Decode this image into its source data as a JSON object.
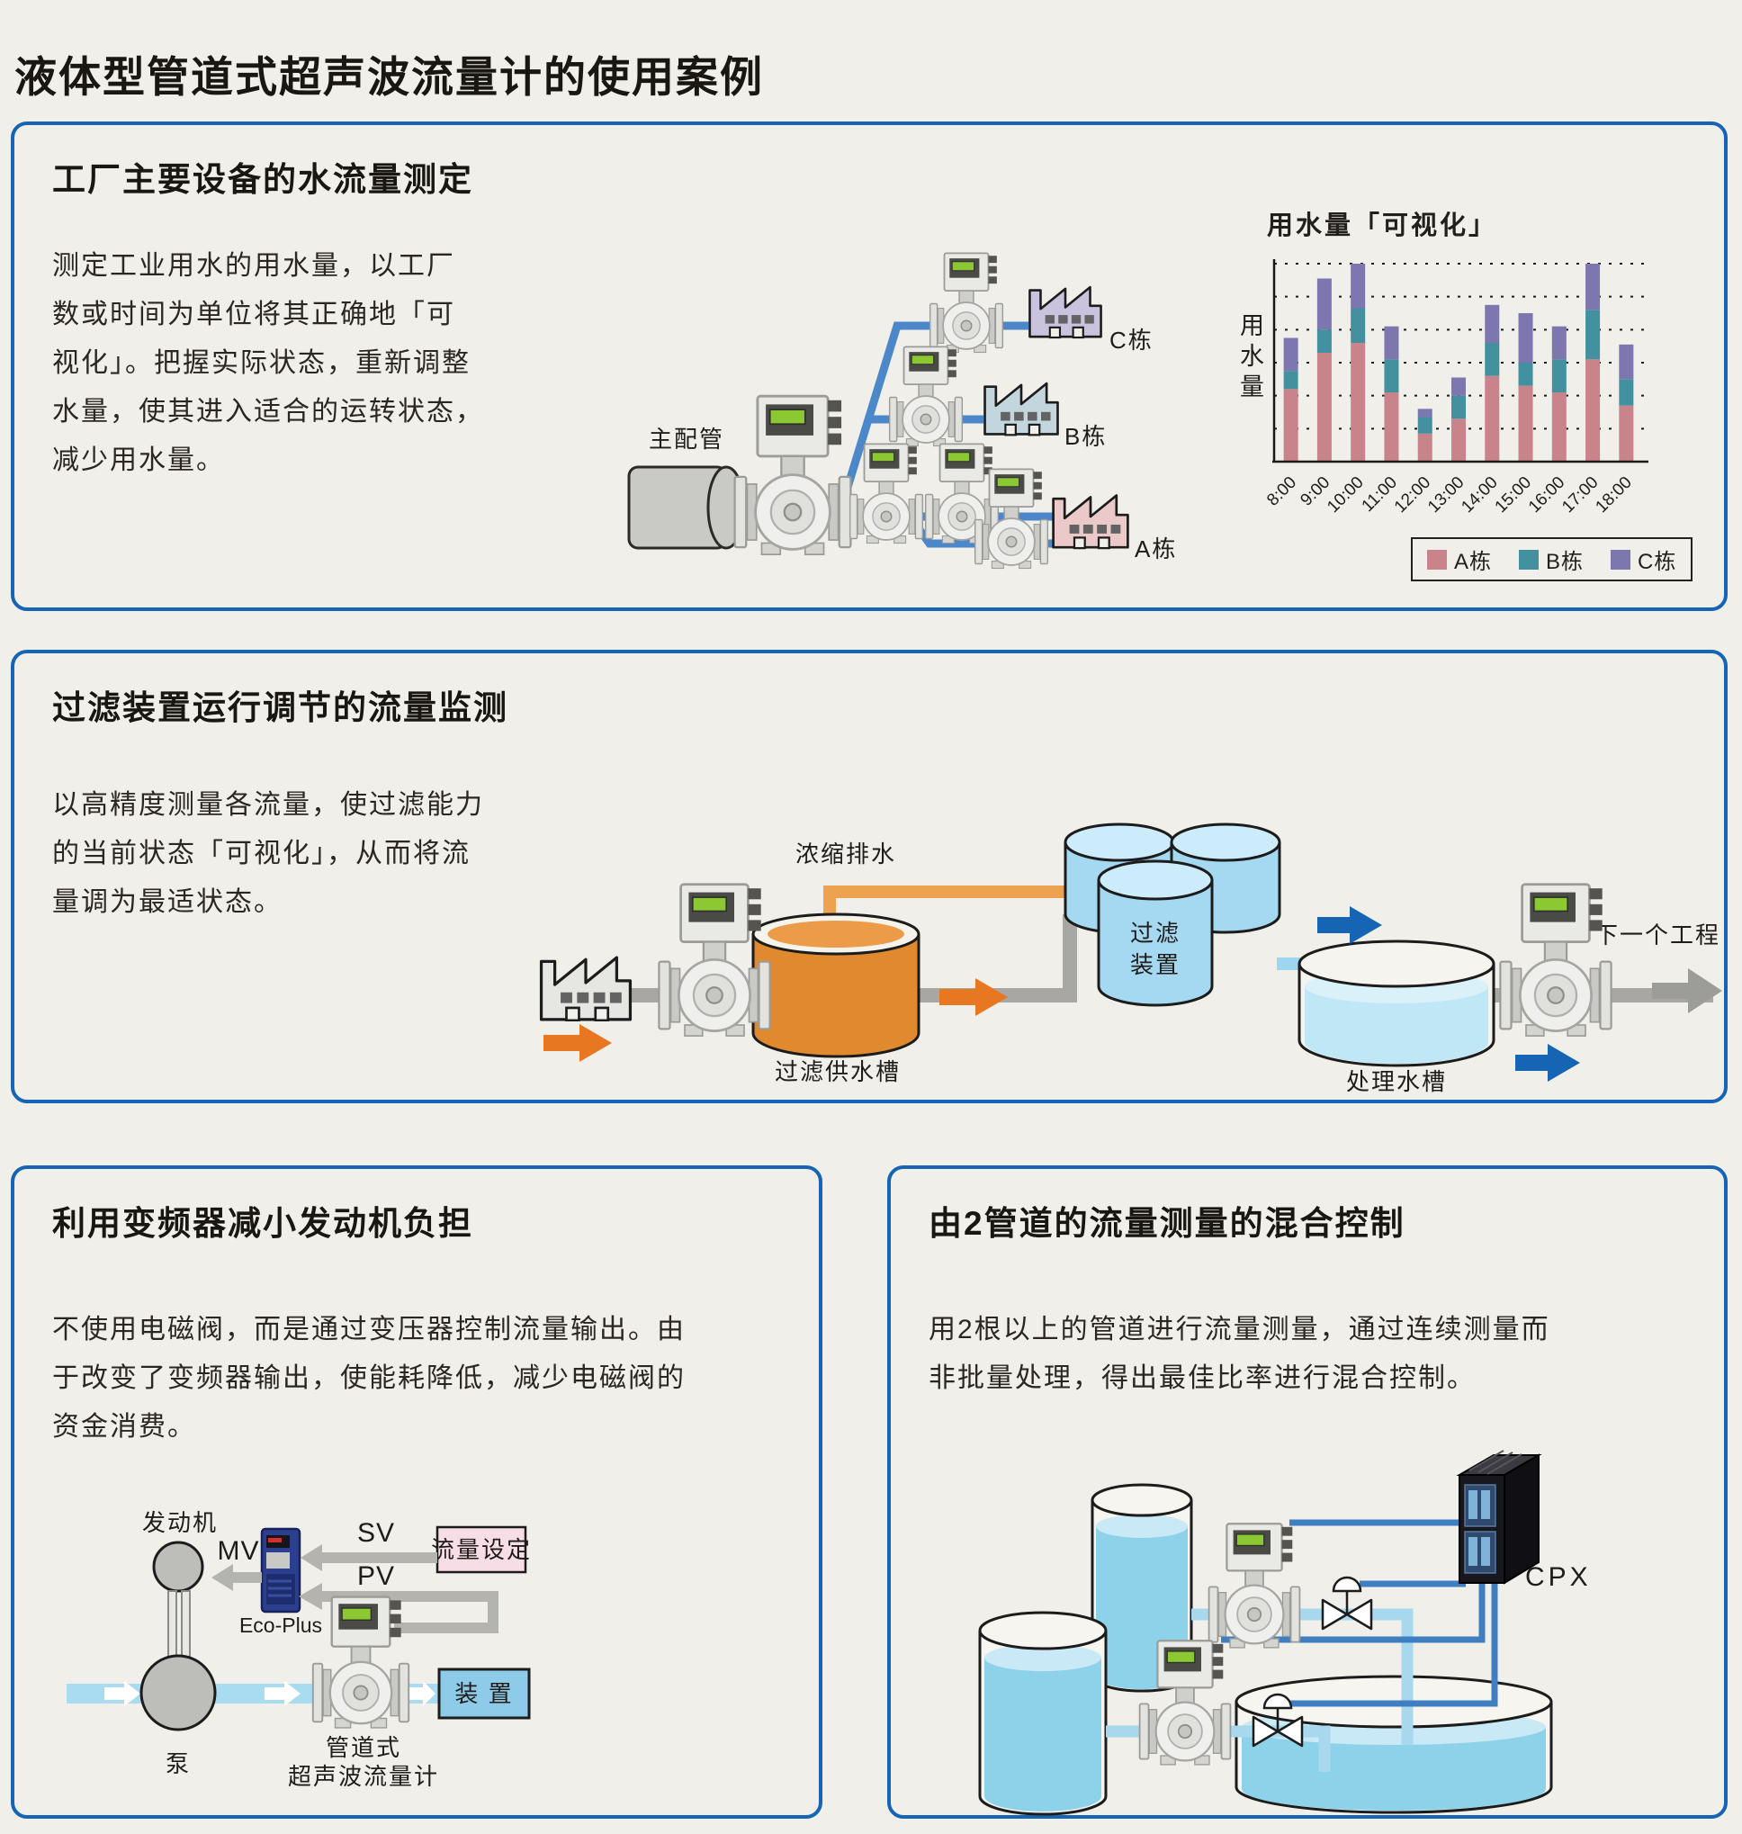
{
  "page_title": "液体型管道式超声波流量计的使用案例",
  "colors": {
    "panel_border": "#1565b4",
    "pipe_blue": "#4b87c9",
    "pipe_light_blue": "#a8d8ee",
    "pipe_gray": "#a7a7a3",
    "pipe_orange": "#eda24f",
    "arrow_orange": "#e87722",
    "arrow_dark_blue": "#1565b4",
    "arrow_gray": "#9c9c98",
    "tank_blue": "#a5d9f2",
    "water_blue": "#8ed2ea",
    "factory_a": "#ecc9c9",
    "factory_b": "#c3d6de",
    "factory_c": "#c9c3de"
  },
  "panels": {
    "factory_water": {
      "title": "工厂主要设备的水流量测定",
      "body": "测定工业用水的用水量，以工厂\n数或时间为单位将其正确地「可\n视化」。把握实际状态，重新调整\n水量，使其进入适合的运转状态，\n减少用水量。",
      "diagram": {
        "main_pipe": "主配管",
        "building_a": "A栋",
        "building_b": "B栋",
        "building_c": "C栋"
      }
    },
    "filtration": {
      "title": "过滤装置运行调节的流量监测",
      "body": "以高精度测量各流量，使过滤能力\n的当前状态「可视化」，从而将流\n量调为最适状态。",
      "diagram": {
        "drain": "浓缩排水",
        "filter_device": [
          "过滤",
          "装置"
        ],
        "supply_tank": "过滤供水槽",
        "treated_tank": "处理水槽",
        "next_process": "下一个工程"
      }
    },
    "inverter": {
      "title": "利用变频器减小发动机负担",
      "body": "不使用电磁阀，而是通过变压器控制流量输出。由\n于改变了变频器输出，使能耗降低，减少电磁阀的\n资金消费。",
      "diagram": {
        "engine": "发动机",
        "pump": "泵",
        "inverter_label": "Eco-Plus",
        "mv": "MV",
        "sv": "SV",
        "pv": "PV",
        "flow_setting": "流量设定",
        "device": "装 置",
        "meter_line1": "管道式",
        "meter_line2": "超声波流量计"
      }
    },
    "mixing": {
      "title": "由2管道的流量测量的混合控制",
      "body": "用2根以上的管道进行流量测量，通过连续测量而\n非批量处理，得出最佳比率进行混合控制。",
      "diagram": {
        "controller": "CPX"
      }
    }
  },
  "chart_data": {
    "type": "bar",
    "stacked": true,
    "title": "用水量「可视化」",
    "ylabel": "用水量",
    "xlabel": "",
    "categories": [
      "8:00",
      "9:00",
      "10:00",
      "11:00",
      "12:00",
      "13:00",
      "14:00",
      "15:00",
      "16:00",
      "17:00",
      "18:00"
    ],
    "series": [
      {
        "name": "A栋",
        "color": "#c9838a",
        "values": [
          2.2,
          3.3,
          3.6,
          2.1,
          0.85,
          1.3,
          2.6,
          2.3,
          2.1,
          3.1,
          1.7
        ]
      },
      {
        "name": "B栋",
        "color": "#43919e",
        "values": [
          0.55,
          0.7,
          1.05,
          1.0,
          0.5,
          0.7,
          1.0,
          0.7,
          1.0,
          1.5,
          0.8
        ]
      },
      {
        "name": "C栋",
        "color": "#7d77b0",
        "values": [
          1.0,
          1.55,
          1.35,
          1.0,
          0.25,
          0.55,
          1.15,
          1.5,
          1.0,
          1.4,
          1.05
        ]
      }
    ],
    "ylim": [
      0,
      6
    ],
    "grid": "dashed-horizontal",
    "legend_position": "bottom-right"
  }
}
